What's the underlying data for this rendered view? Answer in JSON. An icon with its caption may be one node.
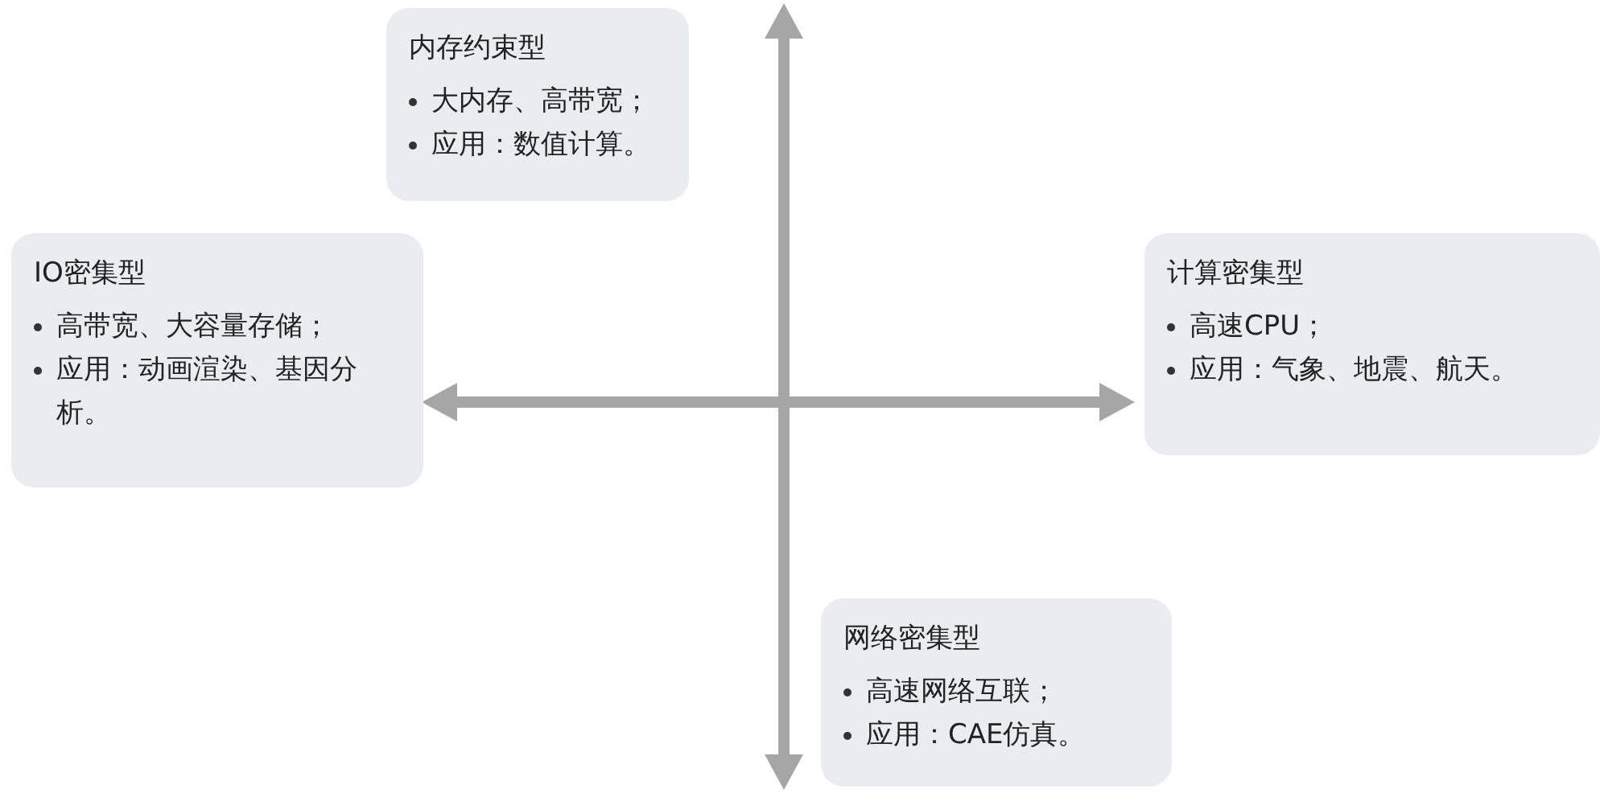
{
  "diagram": {
    "nodes": [
      {
        "text": [
          "内存约束型",
          "大内存、高带宽；",
          "应用：数值计算。"
        ]
      },
      {
        "text": [
          "IO密集型",
          "高带宽、大容量存储；",
          "应用：动画渲染、基因分析。"
        ]
      },
      {
        "text": [
          "计算密集型",
          "高速CPU；",
          "应用：气象、地震、航天。"
        ]
      },
      {
        "text": [
          "网络密集型",
          "高速网络互联；",
          "应用：CAE仿真。"
        ]
      }
    ]
  }
}
